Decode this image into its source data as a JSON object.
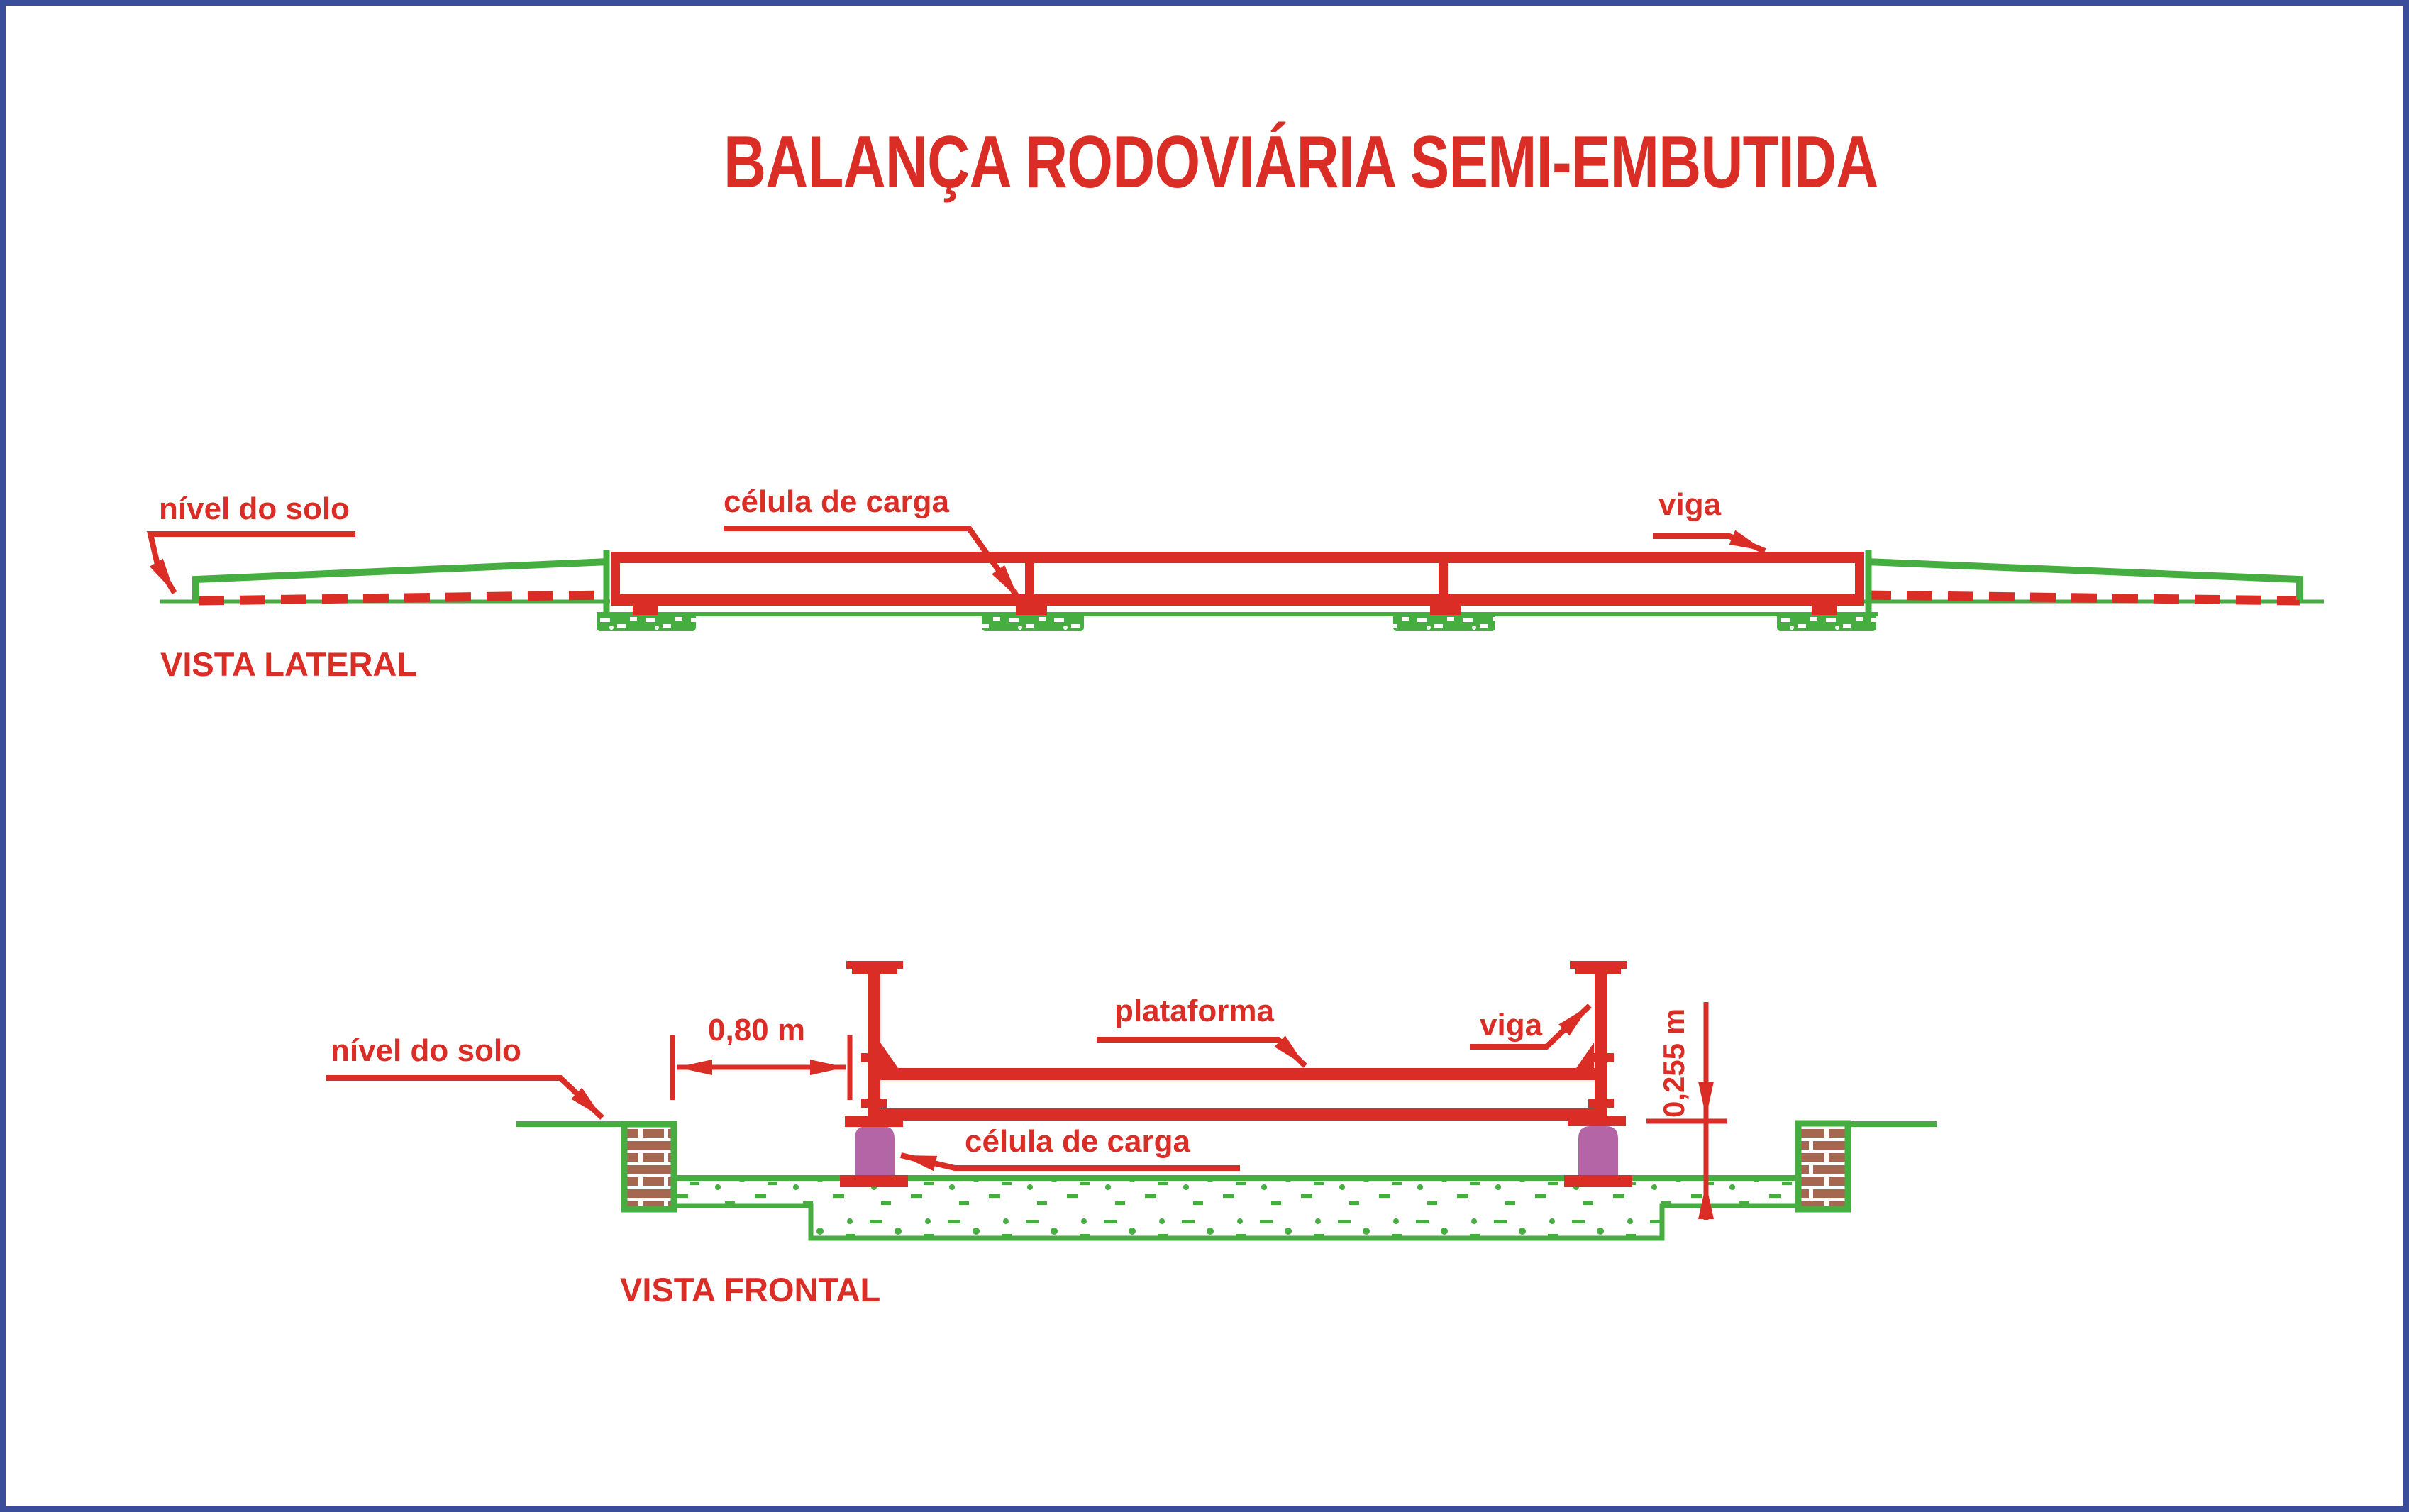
{
  "title": "BALANÇA RODOVIÁRIA SEMI-EMBUTIDA",
  "side_view": {
    "caption": "VISTA LATERAL",
    "labels": {
      "ground_level": "nível do solo",
      "load_cell": "célula de carga",
      "beam": "viga"
    }
  },
  "front_view": {
    "caption": "VISTA FRONTAL",
    "labels": {
      "ground_level": "nível do solo",
      "platform": "plataforma",
      "beam": "viga",
      "load_cell": "célula de carga"
    },
    "dimensions": {
      "pit_edge_to_beam": "0,80 m",
      "pit_depth": "0,255 m"
    }
  },
  "colors": {
    "line_red": "#d92d26",
    "line_green": "#46ad41",
    "load_cell_purple": "#b365a6",
    "brick_brown": "#a5674f",
    "frame_blue": "#3a4d9a"
  }
}
